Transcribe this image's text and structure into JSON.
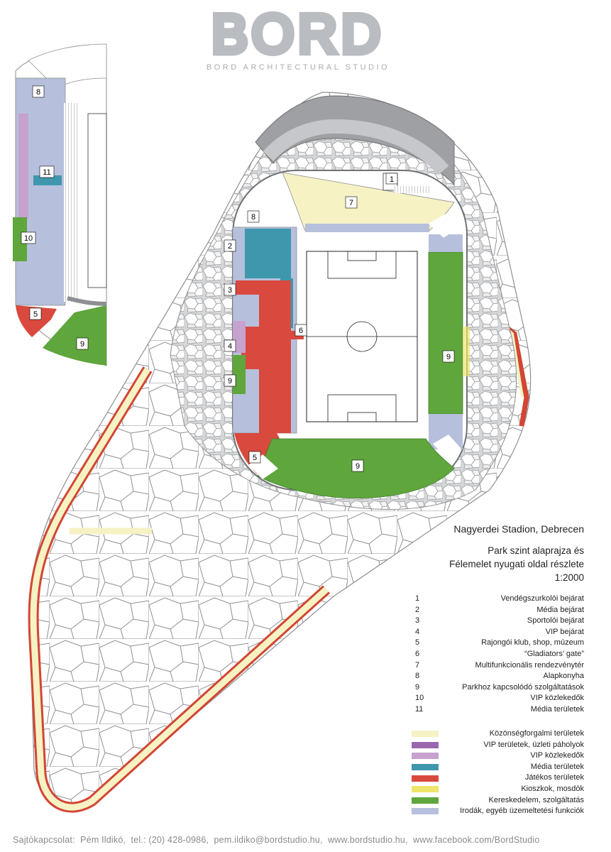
{
  "brand": {
    "logo": "BORD",
    "tagline": "BORD ARCHITECTURAL STUDIO"
  },
  "title": "Nagyerdei Stadion, Debrecen",
  "subtitle": [
    "Park szint alaprajza és",
    "Félemelet nyugati oldal részlete",
    "1:2000"
  ],
  "numbered_items": [
    {
      "num": "1",
      "label": "Vendégszurkolói bejárat"
    },
    {
      "num": "2",
      "label": "Média bejárat"
    },
    {
      "num": "3",
      "label": "Sportolói bejárat"
    },
    {
      "num": "4",
      "label": "VIP bejárat"
    },
    {
      "num": "5",
      "label": "Rajongói klub, shop, múzeum"
    },
    {
      "num": "6",
      "label": "“Gladiators’ gate”"
    },
    {
      "num": "7",
      "label": "Multifunkcionális rendezvénytér"
    },
    {
      "num": "8",
      "label": "Alapkonyha"
    },
    {
      "num": "9",
      "label": "Parkhoz kapcsolódó szolgáltatások"
    },
    {
      "num": "10",
      "label": "VIP közlekedők"
    },
    {
      "num": "11",
      "label": "Média területek"
    }
  ],
  "legend": [
    {
      "label": "Közönségforgalmi területek",
      "color": "#f6f2c4"
    },
    {
      "label": "VIP területek, üzleti páholyok",
      "color": "#9b66b0"
    },
    {
      "label": "VIP közlekedők",
      "color": "#c6a2cf"
    },
    {
      "label": "Média területek",
      "color": "#3e97ad"
    },
    {
      "label": "Játékos területek",
      "color": "#d9493e"
    },
    {
      "label": "Kioszkok, mosdók",
      "color": "#ede66a"
    },
    {
      "label": "Kereskedelem, szolgáltatás",
      "color": "#5fa63c"
    },
    {
      "label": "Irodák, egyéb üzemeltetési funkciók",
      "color": "#b6c0dc"
    }
  ],
  "plan_labels": {
    "n1": "1",
    "n2": "2",
    "n3": "3",
    "n4": "4",
    "n5": "5",
    "n6": "6",
    "n7": "7",
    "n8": "8",
    "n9a": "9",
    "n9b": "9",
    "n9c": "9",
    "d8": "8",
    "d11": "11",
    "d10": "10",
    "d5": "5",
    "d9": "9"
  },
  "footer": {
    "contact_label": "Sajtókapcsolat:",
    "name": "Pém Ildikó,",
    "phone": "tel.: (20) 428-0986,",
    "email": "pem.ildiko@bordstudio.hu,",
    "website": "www.bordstudio.hu,",
    "facebook": "www.facebook.com/BordStudio"
  }
}
